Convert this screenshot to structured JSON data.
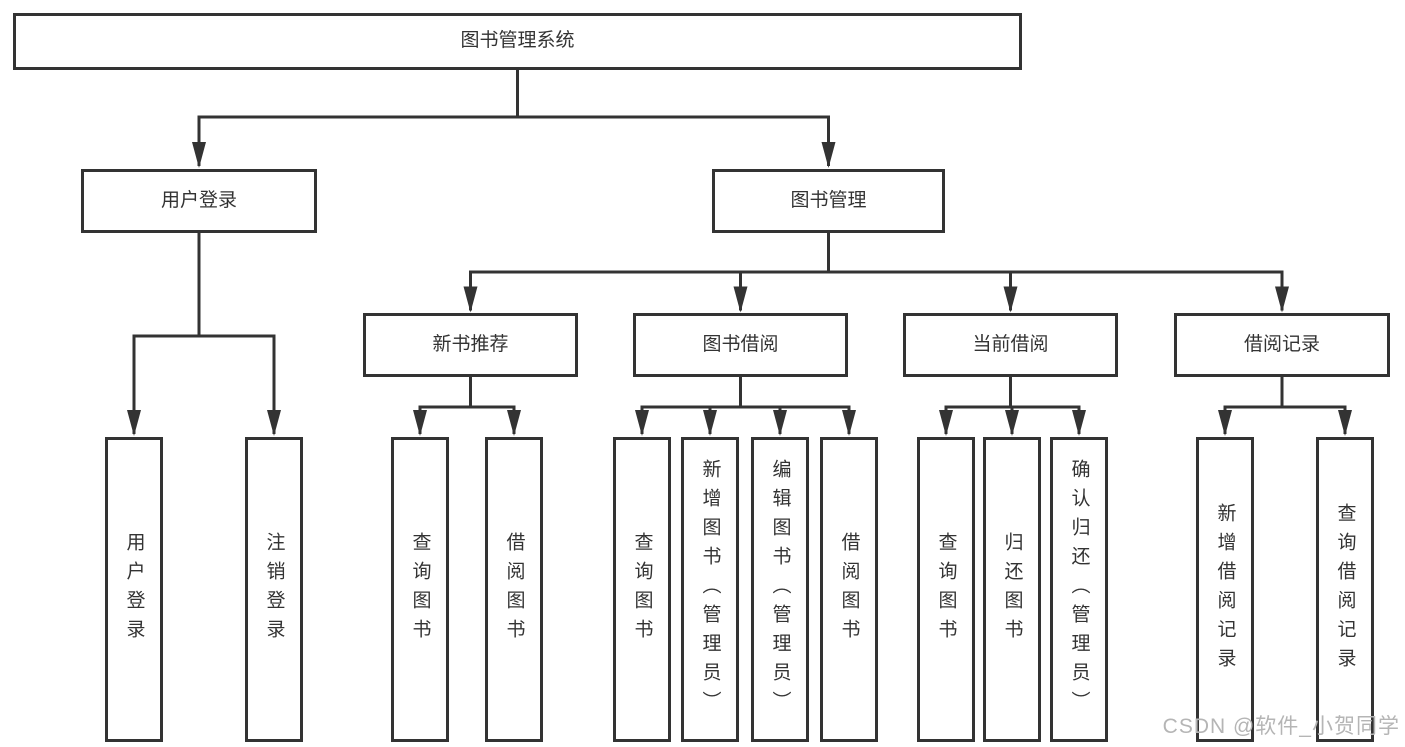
{
  "diagram": {
    "colors": {
      "line": "#333333",
      "box_border": "#333333",
      "text": "#333333",
      "background": "#ffffff",
      "watermark": "#b5b5b5"
    },
    "root": {
      "id": "library-management-system",
      "label": "图书管理系统"
    },
    "level2": [
      {
        "id": "user-login",
        "label": "用户登录",
        "parent": "图书管理系统"
      },
      {
        "id": "book-management",
        "label": "图书管理",
        "parent": "图书管理系统"
      }
    ],
    "level3": [
      {
        "id": "new-book-recommend",
        "label": "新书推荐",
        "parent": "图书管理"
      },
      {
        "id": "book-borrowing",
        "label": "图书借阅",
        "parent": "图书管理"
      },
      {
        "id": "current-borrowing",
        "label": "当前借阅",
        "parent": "图书管理"
      },
      {
        "id": "borrowing-records",
        "label": "借阅记录",
        "parent": "图书管理"
      }
    ],
    "leaves": [
      {
        "id": "user-login-leaf",
        "label": "用户登录",
        "parent": "用户登录"
      },
      {
        "id": "logout",
        "label": "注销登录",
        "parent": "用户登录"
      },
      {
        "id": "query-books-recommend",
        "label": "查询图书",
        "parent": "新书推荐"
      },
      {
        "id": "borrow-books-recommend",
        "label": "借阅图书",
        "parent": "新书推荐"
      },
      {
        "id": "query-books-borrowing",
        "label": "查询图书",
        "parent": "图书借阅"
      },
      {
        "id": "add-books-admin",
        "label": "新增图书（管理员）",
        "parent": "图书借阅"
      },
      {
        "id": "edit-books-admin",
        "label": "编辑图书（管理员）",
        "parent": "图书借阅"
      },
      {
        "id": "borrow-books",
        "label": "借阅图书",
        "parent": "图书借阅"
      },
      {
        "id": "query-books-current",
        "label": "查询图书",
        "parent": "当前借阅"
      },
      {
        "id": "return-books",
        "label": "归还图书",
        "parent": "当前借阅"
      },
      {
        "id": "confirm-return-admin",
        "label": "确认归还（管理员）",
        "parent": "当前借阅"
      },
      {
        "id": "add-borrow-record",
        "label": "新增借阅记录",
        "parent": "借阅记录"
      },
      {
        "id": "query-borrow-record",
        "label": "查询借阅记录",
        "parent": "借阅记录"
      }
    ]
  },
  "watermark": {
    "text": "CSDN @软件_小贺同学"
  }
}
